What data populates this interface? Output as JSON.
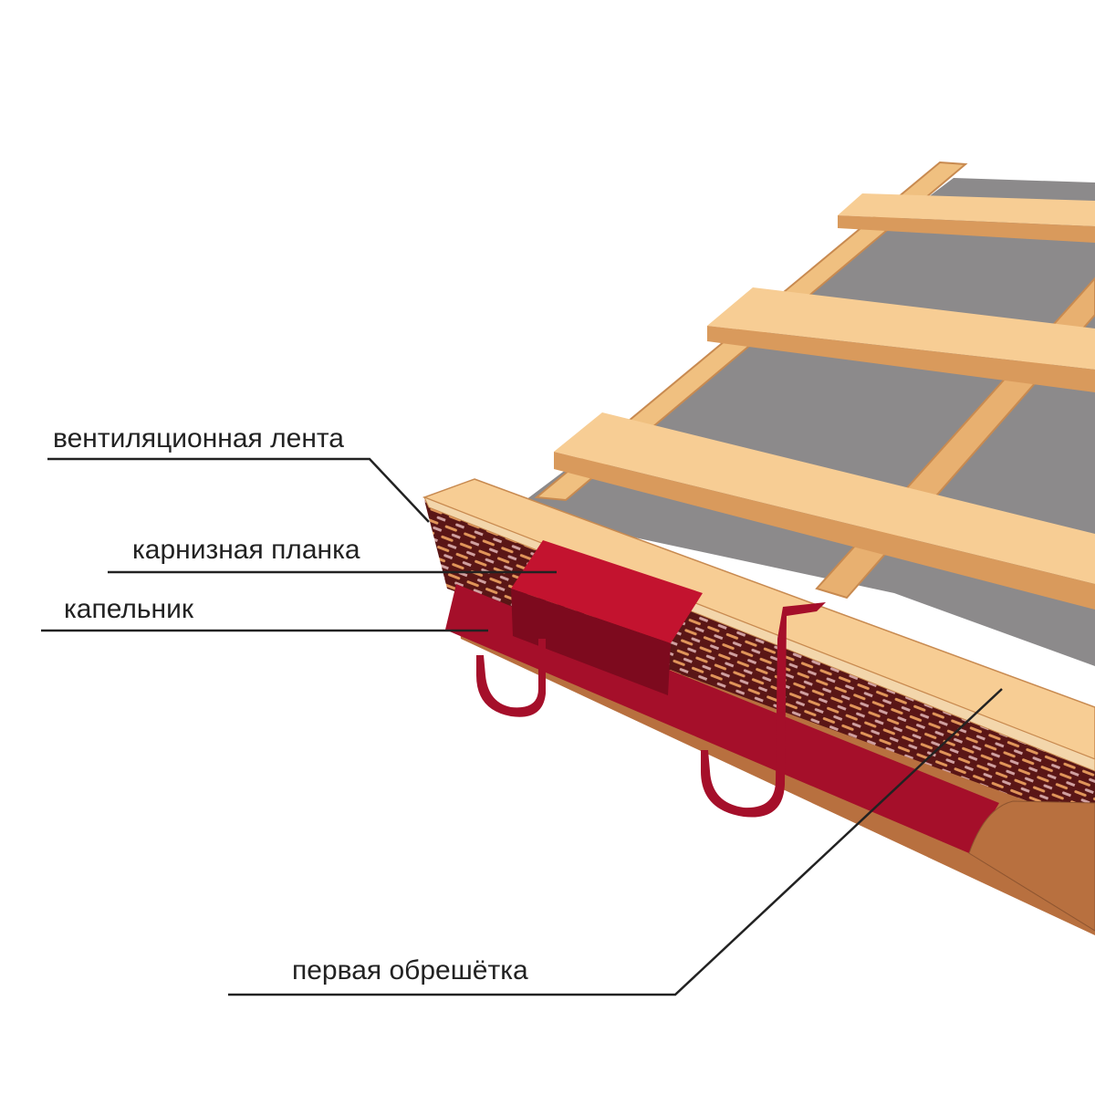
{
  "labels": {
    "ventilation_tape": "вентиляционная лента",
    "eave_strip": "карнизная планка",
    "drip_edge": "капельник",
    "first_batten": "первая обрешётка"
  },
  "colors": {
    "wood_light": "#f7cd94",
    "wood_edge": "#d99a5c",
    "membrane": "#8c8a8b",
    "metal_red": "#a50f2a",
    "metal_red_light": "#c3132f",
    "metal_red_dark": "#7d0a1e",
    "fascia": "#b8703f",
    "vent_dark": "#5a1616",
    "vent_dash": "#e0955a"
  }
}
